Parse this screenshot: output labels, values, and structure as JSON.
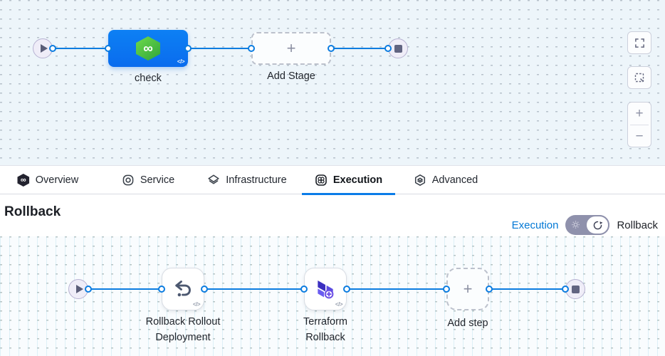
{
  "glyphs": {
    "plus": "+",
    "minus": "−",
    "code": "</>",
    "infinity": "∞"
  },
  "colors": {
    "accent_blue": "#0b7ce8",
    "stage_node_blue": "#0b74ef",
    "harness_green": "#47c83e",
    "link_blue": "#0278d5",
    "terraform_purple": "#5443e0",
    "canvas_top_bg": "#edf5fa",
    "canvas_bottom_bg": "#f9fcfe",
    "toggle_track": "#8f91ac"
  },
  "icons": {
    "play": "triangle-right",
    "stop": "square",
    "harness": "infinity-in-hexagon",
    "rollback_step": "undo-arrow",
    "terraform": "terraform-logo",
    "add": "plus",
    "fullscreen": "corner-brackets",
    "marquee": "dashed-square",
    "zoom_in": "plus",
    "zoom_out": "minus",
    "toggle_execution": "gear",
    "toggle_rollback": "circular-arrow",
    "code": "code-brackets"
  },
  "top_canvas": {
    "stage_label": "check",
    "add_stage_label": "Add Stage"
  },
  "tabs": {
    "active": "Execution",
    "items": [
      {
        "label": "Overview"
      },
      {
        "label": "Service"
      },
      {
        "label": "Infrastructure"
      },
      {
        "label": "Execution"
      },
      {
        "label": "Advanced"
      }
    ]
  },
  "header": {
    "title": "Rollback",
    "execution_link": "Execution",
    "rollback_label": "Rollback"
  },
  "bottom_canvas": {
    "step1_label": "Rollback Rollout Deployment",
    "step2_label": "Terraform Rollback",
    "add_step_label": "Add step"
  }
}
